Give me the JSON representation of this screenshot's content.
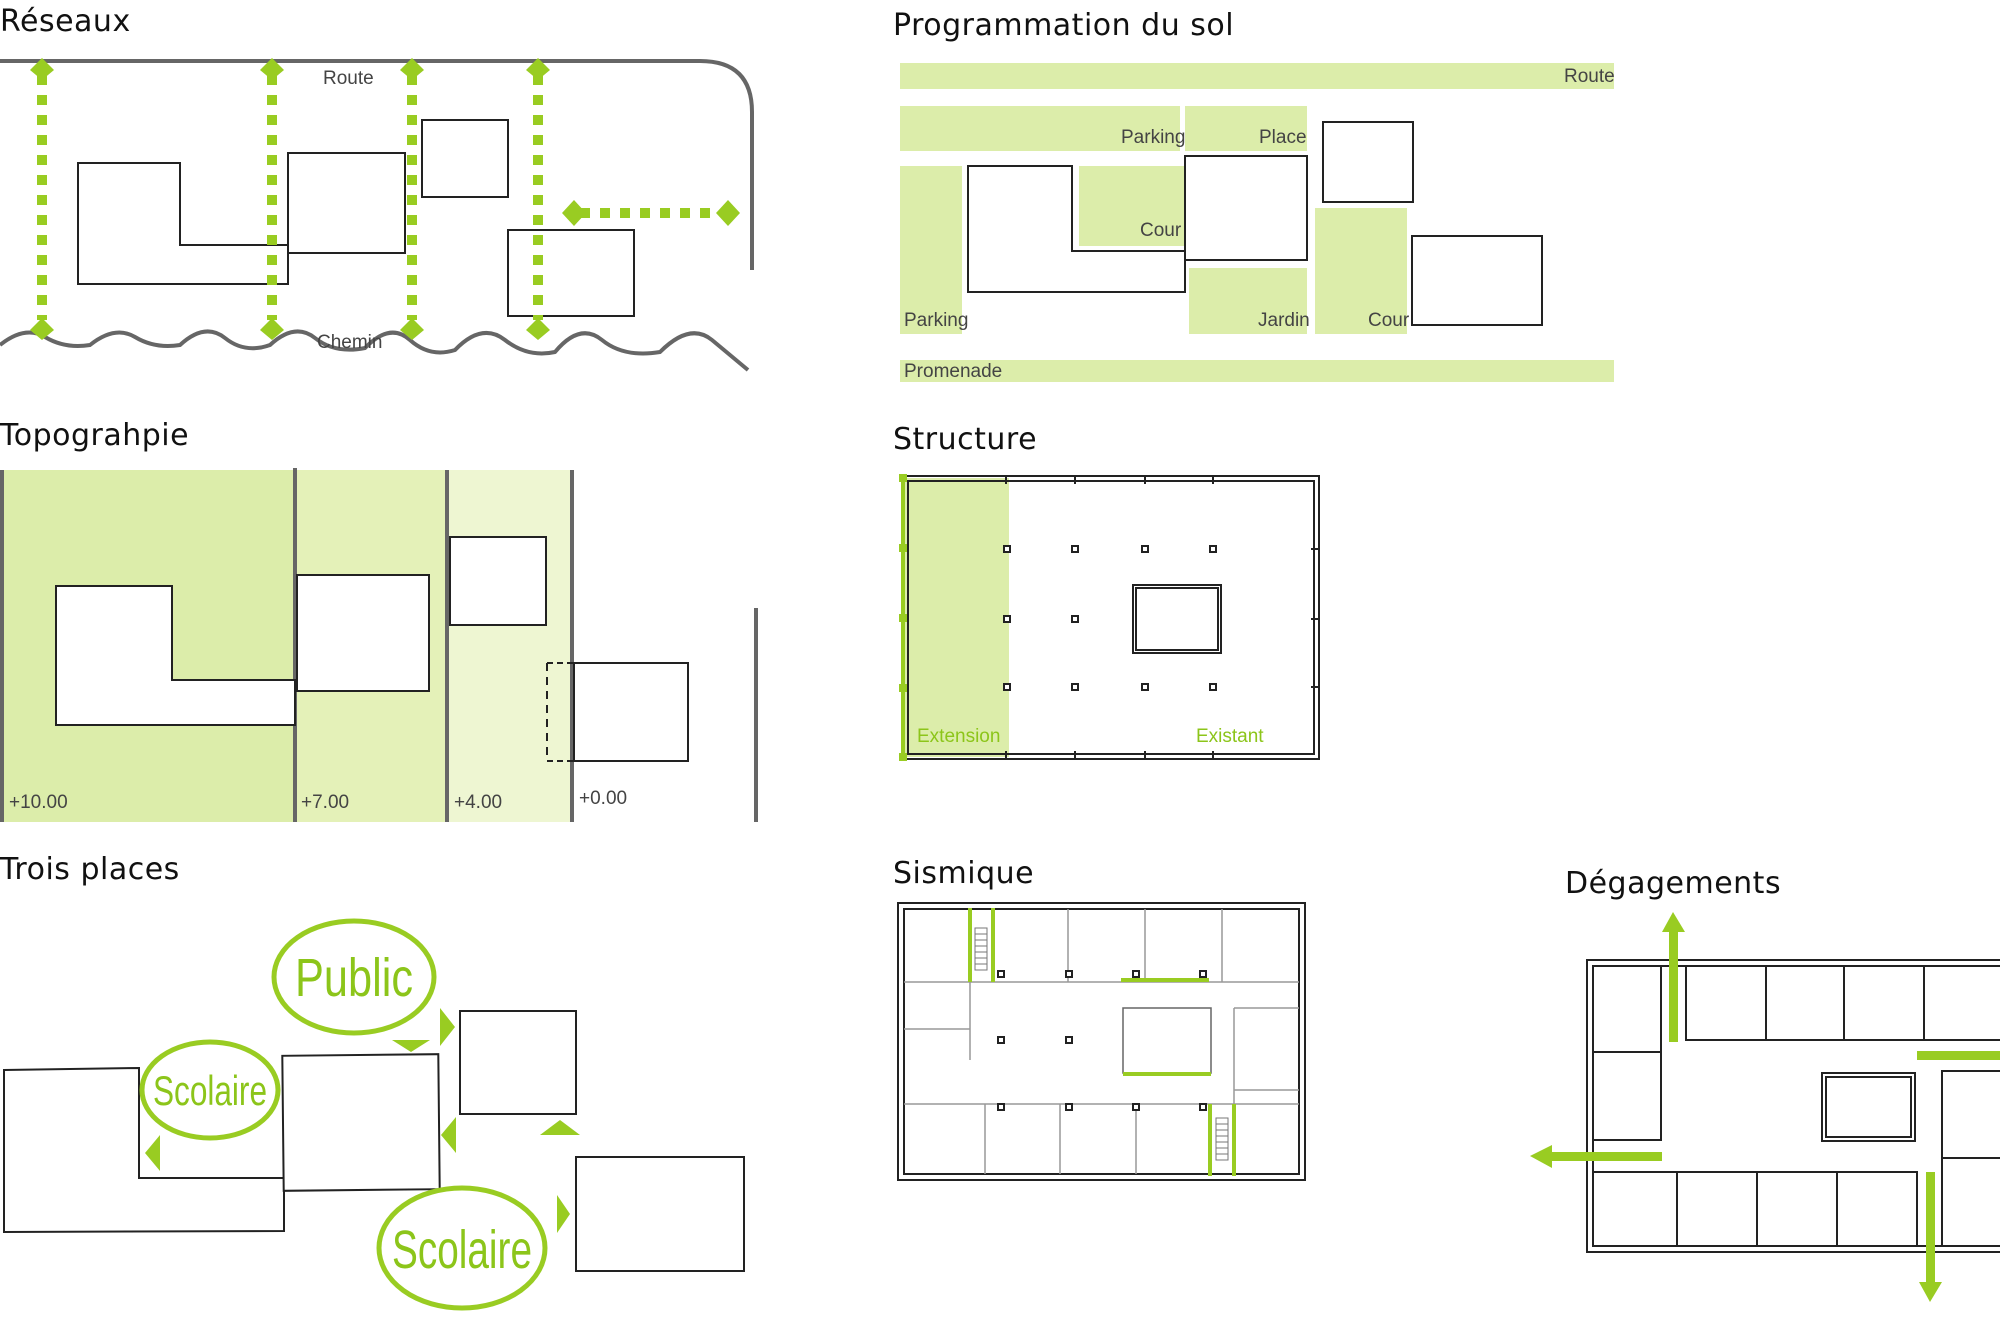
{
  "colors": {
    "green": "#99cc22",
    "light_green": "#dcedaa",
    "pale_green": "#eef6d2",
    "line_gray": "#666666"
  },
  "panels": {
    "reseaux": {
      "title": "Réseaux",
      "route": "Route",
      "chemin": "Chemin"
    },
    "programmation": {
      "title": "Programmation du sol",
      "route": "Route",
      "parking_top": "Parking",
      "place": "Place",
      "cour_1": "Cour",
      "parking_left": "Parking",
      "jardin": "Jardin",
      "cour_2": "Cour",
      "promenade": "Promenade"
    },
    "topographie": {
      "title": "Topograhpie",
      "levels": [
        "+10.00",
        "+7.00",
        "+4.00",
        "+0.00"
      ]
    },
    "structure": {
      "title": "Structure",
      "extension": "Extension",
      "existant": "Existant"
    },
    "trois_places": {
      "title": "Trois places",
      "public": "Public",
      "scolaire_1": "Scolaire",
      "scolaire_2": "Scolaire"
    },
    "sismique": {
      "title": "Sismique"
    },
    "degagements": {
      "title": "Dégagements"
    }
  }
}
